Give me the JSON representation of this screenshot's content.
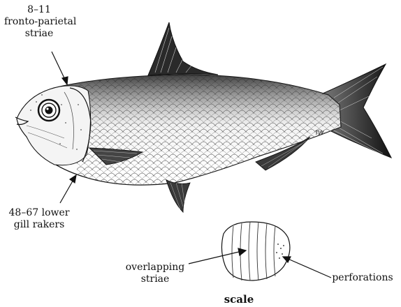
{
  "labels": {
    "fronto_parietal": [
      "8–11",
      "fronto-parietal",
      "striae"
    ],
    "gill_rakers": [
      "48–67 lower",
      "gill rakers"
    ],
    "overlapping_striae": [
      "overlapping",
      "striae"
    ],
    "perforations": "perforations",
    "scale": "scale"
  },
  "artist_mark": "TW",
  "colors": {
    "ink": "#111111",
    "background": "#ffffff"
  }
}
